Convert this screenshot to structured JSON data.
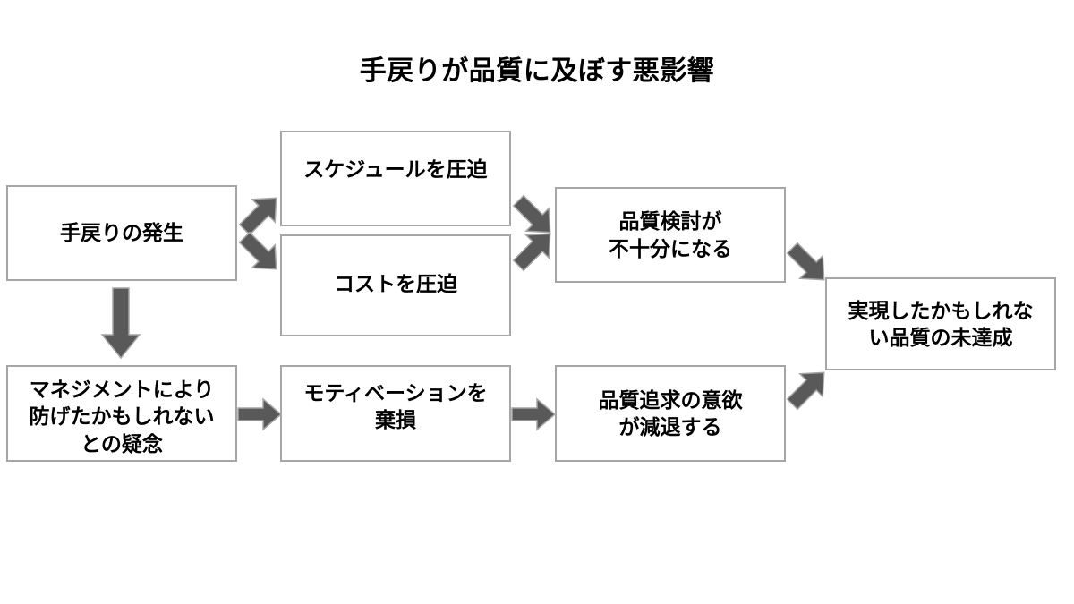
{
  "slide": {
    "title": "手戻りが品質に及ぼす悪影響",
    "background_color": "#FFFFFF",
    "box_border_color": "#A6A6A6",
    "box_fill_color": "#FFFFFF",
    "arrow_fill_color": "#595959",
    "arrow_outline_color": "#A6A6A6",
    "text_color": "#000000"
  },
  "nodes": {
    "rework": {
      "label": "手戻りの発生"
    },
    "schedule": {
      "label": "スケジュールを圧迫"
    },
    "cost": {
      "label": "コストを圧迫"
    },
    "quality_review": {
      "label": "品質検討が\n不十分になる"
    },
    "unrealized_quality": {
      "label": "実現したかもしれな\nい品質の未達成"
    },
    "management_doubt": {
      "label": "マネジメントにより\n防げたかもしれない\nとの疑念"
    },
    "motivation": {
      "label": "モティベーションを\n棄損"
    },
    "pursuit": {
      "label": "品質追求の意欲\nが減退する"
    }
  },
  "arrows": [
    {
      "name": "rework-to-schedule",
      "from": "rework",
      "to": "schedule",
      "direction": "up-right",
      "icon": "arrow-up-right-icon"
    },
    {
      "name": "rework-to-cost",
      "from": "rework",
      "to": "cost",
      "direction": "down-right",
      "icon": "arrow-down-right-icon"
    },
    {
      "name": "schedule-to-quality-review",
      "from": "schedule",
      "to": "quality_review",
      "direction": "down-right",
      "icon": "arrow-down-right-icon"
    },
    {
      "name": "cost-to-quality-review",
      "from": "cost",
      "to": "quality_review",
      "direction": "up-right",
      "icon": "arrow-up-right-icon"
    },
    {
      "name": "quality-review-to-unrealized",
      "from": "quality_review",
      "to": "unrealized_quality",
      "direction": "down-right",
      "icon": "arrow-down-right-icon"
    },
    {
      "name": "rework-to-management-doubt",
      "from": "rework",
      "to": "management_doubt",
      "direction": "down",
      "icon": "arrow-down-icon"
    },
    {
      "name": "management-doubt-to-motivation",
      "from": "management_doubt",
      "to": "motivation",
      "direction": "right",
      "icon": "arrow-right-icon"
    },
    {
      "name": "motivation-to-pursuit",
      "from": "motivation",
      "to": "pursuit",
      "direction": "right",
      "icon": "arrow-right-icon"
    },
    {
      "name": "pursuit-to-unrealized",
      "from": "pursuit",
      "to": "unrealized_quality",
      "direction": "up-right",
      "icon": "arrow-up-right-icon"
    }
  ]
}
